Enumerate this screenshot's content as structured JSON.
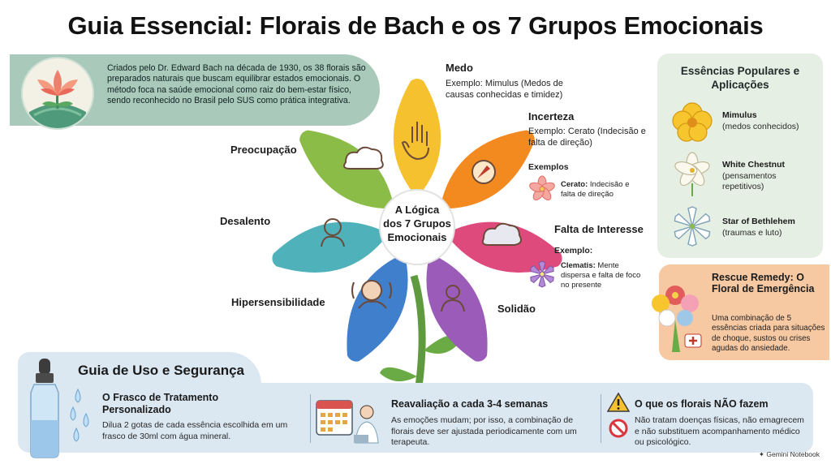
{
  "title": "Guia Essencial: Florais de Bach e os 7 Grupos Emocionais",
  "intro": "Criados pelo Dr. Edward Bach na década de 1930, os 38 florais são preparados naturais que buscam equilibrar estados emocionais. O método foca na saúde emocional como raiz do bem-estar físico, sendo reconhecido no Brasil pelo SUS como prática integrativa.",
  "center": {
    "line1": "A Lógica",
    "line2": "dos 7 Grupos",
    "line3": "Emocionais"
  },
  "groups": {
    "medo": {
      "label": "Medo",
      "example": "Exemplo: Mimulus (Medos de causas conhecidas e timidez)"
    },
    "incerteza": {
      "label": "Incerteza",
      "example": "Exemplo: Cerato (Indecisão e falta de direção)"
    },
    "exemplos_label": "Exemplos",
    "cerato": {
      "name": "Cerato:",
      "desc": "Indecisão e falta de direção"
    },
    "falta": {
      "label": "Falta de Interesse",
      "example_label": "Exemplo:"
    },
    "clematis": {
      "name": "Clematis:",
      "desc": "Mente dispersa e falta de foco no presente"
    },
    "preocupacao": "Preocupação",
    "desalento": "Desalento",
    "hipersensibilidade": "Hipersensibilidade",
    "solidao": "Solidão"
  },
  "panel": {
    "title": "Essências Populares e Aplicações",
    "items": [
      {
        "name": "Mimulus",
        "desc": "(medos conhecidos)"
      },
      {
        "name": "White Chestnut",
        "desc": "(pensamentos repetitivos)"
      },
      {
        "name": "Star of Bethlehem",
        "desc": "(traumas e luto)"
      }
    ]
  },
  "rescue": {
    "title": "Rescue Remedy: O Floral de Emergência",
    "desc": "Uma combinação de 5 essências criada para situações de choque, sustos ou crises agudas do ansiedade."
  },
  "guide": {
    "title": "Guia de Uso e Segurança",
    "col1": {
      "title": "O Frasco de Tratamento Personalizado",
      "text": "Dilua 2 gotas de cada essência escolhida em um frasco de 30ml com água mineral."
    },
    "col2": {
      "title": "Reavaliação a cada 3-4 semanas",
      "text": "As emoções mudam; por isso, a combinação de florais deve ser ajustada periodicamente com um terapeuta."
    },
    "col3": {
      "title": "O que os florais NÃO fazem",
      "text": "Não tratam doenças físicas, não emagrecem e não substituem acompanhamento médico ou psicológico."
    }
  },
  "footer": "Gemini Notebook",
  "colors": {
    "medo": "#f6c12e",
    "incerteza": "#f38a1f",
    "falta": "#de4a7c",
    "solidao": "#9b5bb8",
    "hipersensibilidade": "#3f7fcb",
    "desalento": "#4fb1ba",
    "preocupacao": "#8cbc48",
    "intro_bg": "#a9c9bb",
    "panel_bg": "#e6efe3",
    "rescue_bg": "#f7c9a3",
    "guide_bg": "#dbe7f1"
  }
}
